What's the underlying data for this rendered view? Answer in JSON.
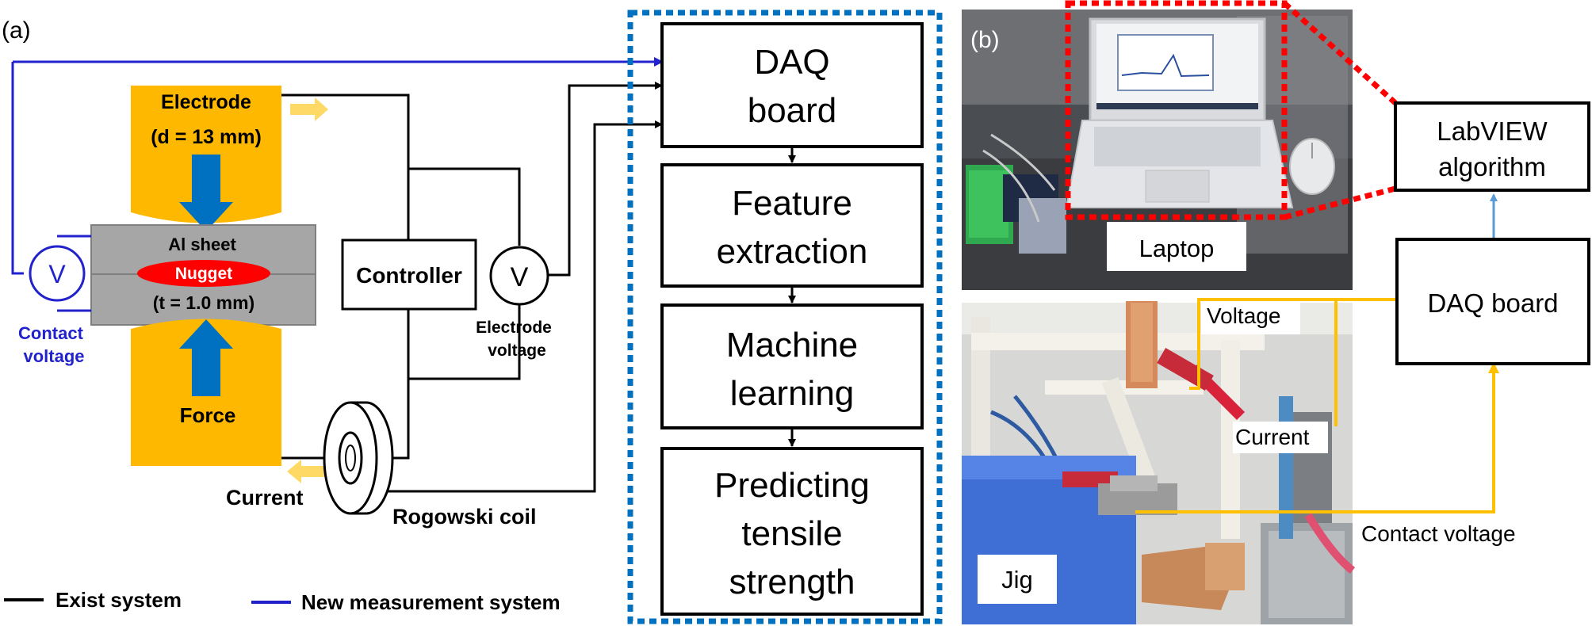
{
  "panel_a": {
    "label": "(a)",
    "electrode_label": "Electrode",
    "electrode_diameter": "(d = 13 mm)",
    "sheet_label": "Al sheet",
    "nugget_label": "Nugget",
    "thickness_label": "(t = 1.0 mm)",
    "force_label": "Force",
    "current_label": "Current",
    "rogowski_label": "Rogowski coil",
    "controller_label": "Controller",
    "voltmeter_symbol": "V",
    "electrode_voltage_line1": "Electrode",
    "electrode_voltage_line2": "voltage",
    "contact_voltage_line1": "Contact",
    "contact_voltage_line2": "voltage",
    "legend": [
      {
        "label": "Exist system",
        "color": "#000000"
      },
      {
        "label": "New measurement system",
        "color": "#2222cc"
      }
    ]
  },
  "flow": {
    "steps": [
      {
        "line1": "DAQ",
        "line2": "board",
        "line3": ""
      },
      {
        "line1": "Feature",
        "line2": "extraction",
        "line3": ""
      },
      {
        "line1": "Machine",
        "line2": "learning",
        "line3": ""
      },
      {
        "line1": "Predicting",
        "line2": "tensile",
        "line3": "strength"
      }
    ]
  },
  "panel_b": {
    "label": "(b)",
    "laptop_label": "Laptop",
    "jig_label": "Jig",
    "voltage_label": "Voltage",
    "current_label": "Current",
    "contact_voltage_label": "Contact voltage",
    "labview_line1": "LabVIEW",
    "labview_line2": "algorithm",
    "daq_label": "DAQ board"
  },
  "colors": {
    "electrode": "#ffb800",
    "sheet": "#a6a6a6",
    "nugget": "#ff0000",
    "force_arrow": "#0070c0",
    "blue_wire": "#2222cc",
    "dashed_border": "#0070c0",
    "signal_line": "#ffc000",
    "red_dashed": "#ff0000"
  }
}
